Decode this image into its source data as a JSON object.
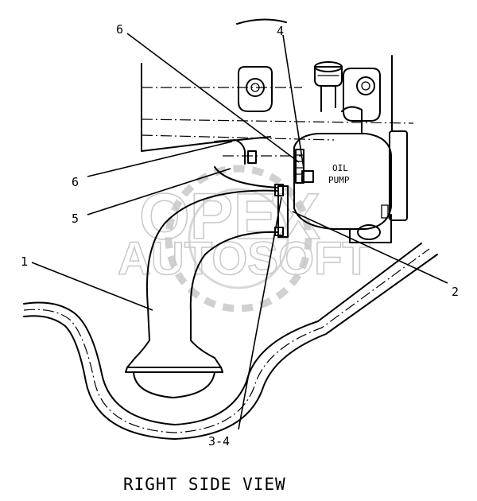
{
  "diagram": {
    "caption": "RIGHT SIDE VIEW",
    "pump_label_line1": "OIL",
    "pump_label_line2": "PUMP",
    "watermark_line1": "OPEX",
    "watermark_line2": "AUTOSOFT",
    "callouts": {
      "c1": "1",
      "c2": "2",
      "c34": "3-4",
      "c4": "4",
      "c5": "5",
      "c6a": "6",
      "c6b": "6"
    }
  }
}
